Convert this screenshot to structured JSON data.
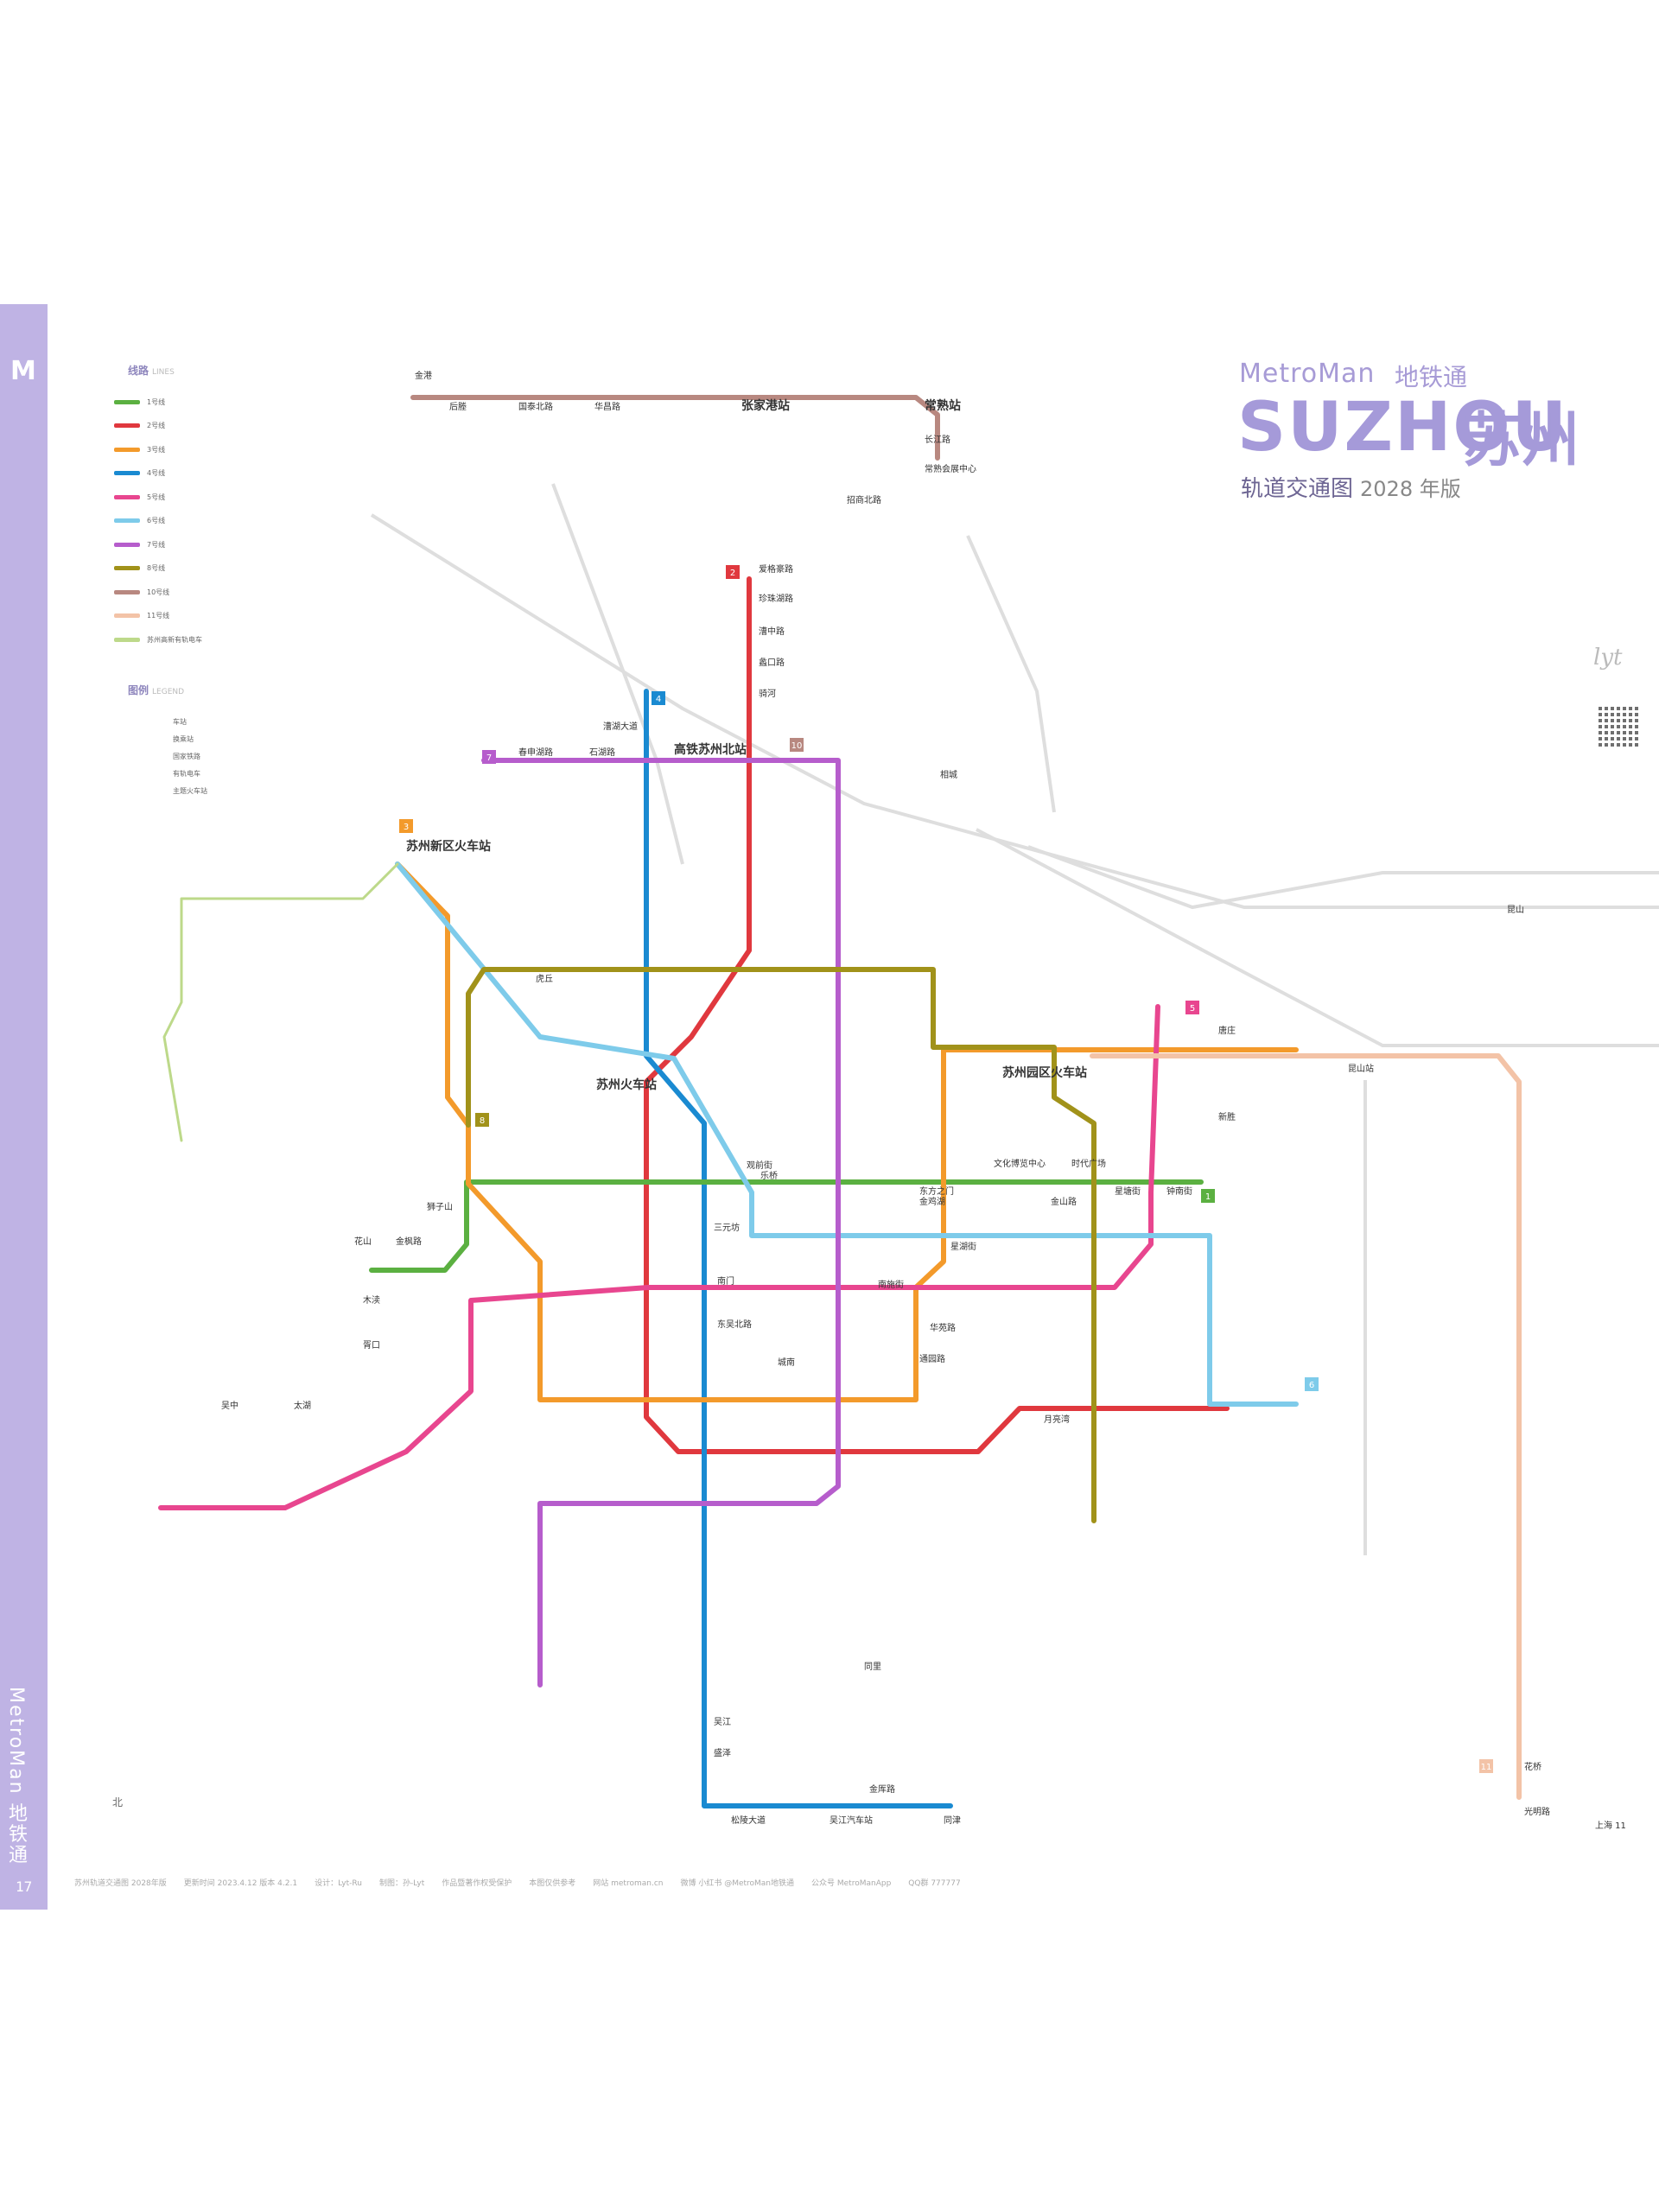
{
  "sidebar": {
    "logo": "M",
    "brand": "MetroMan 地铁通",
    "page_number": "17"
  },
  "brand": {
    "en": "MetroMan",
    "cn": "地铁通"
  },
  "title": {
    "en": "SUZHOU",
    "cn": "苏州",
    "subtitle": "轨道交通图",
    "year": "2028 年版"
  },
  "legend": {
    "lines_heading": "线路",
    "lines_heading_en": "LINES",
    "lines": [
      {
        "label": "1号线",
        "color": "#5bb041"
      },
      {
        "label": "2号线",
        "color": "#e0383e"
      },
      {
        "label": "3号线",
        "color": "#f39a2b"
      },
      {
        "label": "4号线",
        "color": "#1a8ad1"
      },
      {
        "label": "5号线",
        "color": "#e8468f"
      },
      {
        "label": "6号线",
        "color": "#7ecbea"
      },
      {
        "label": "7号线",
        "color": "#b65dcc"
      },
      {
        "label": "8号线",
        "color": "#a1921a"
      },
      {
        "label": "10号线",
        "color": "#b88880"
      },
      {
        "label": "11号线",
        "color": "#f3c3a7"
      },
      {
        "label": "苏州高新有轨电车",
        "color": "#bdd98a"
      }
    ],
    "symbols_heading": "图例",
    "symbols_heading_en": "LEGEND",
    "symbols": [
      "车站",
      "换乘站",
      "国家铁路",
      "有轨电车",
      "主题火车站"
    ]
  },
  "lines": {
    "l1": "#5bb041",
    "l2": "#e0383e",
    "l3": "#f39a2b",
    "l4": "#1a8ad1",
    "l5": "#e8468f",
    "l6": "#7ecbea",
    "l7": "#b65dcc",
    "l8": "#a1921a",
    "l10": "#b88880",
    "l11": "#f3c3a7",
    "tram": "#bdd98a"
  },
  "line_badges": [
    "1",
    "2",
    "3",
    "4",
    "5",
    "6",
    "7",
    "8",
    "10",
    "11"
  ],
  "stations": {
    "jinzhuang": "金港",
    "houqiao": "后塍",
    "guoxiang": "国泰北路",
    "huachang": "华昌路",
    "zhangjiagang": "张家港站",
    "changshu": "常熟站",
    "changjiang": "长江路",
    "changshu_center": "常熟会展中心",
    "zhaoshang": "招商北路",
    "aiqi": "爱格豪路",
    "zhuzhu": "珍珠湖路",
    "lizhong": "漕中路",
    "weili": "蠡口路",
    "jinci": "骑河",
    "gaotie": "高铁苏州北站",
    "chunshen": "春申湖路",
    "yunxuan": "漕湖大道",
    "shihu": "石湖路",
    "suzhou_new": "苏州新区火车站",
    "suzhou": "苏州火车站",
    "suzhou_park": "苏州园区火车站",
    "nanmen": "南门",
    "guanqian": "观前街",
    "leqiao": "乐桥",
    "shizi": "狮子山",
    "jinfeng": "金枫路",
    "xinghu": "星湖街",
    "jinjihu": "金鸡湖",
    "dongfang": "东方之门",
    "wenhua": "文化博览中心",
    "shidai": "时代广场",
    "xingtang": "星塘街",
    "zhongnan": "钟南街",
    "sanzhuang": "三元坊",
    "dongwu": "东吴北路",
    "nanshi": "南施街",
    "huayuan": "华苑路",
    "tongyuan": "通园路",
    "jinshan": "金山路",
    "yuehu": "月亮湾",
    "tangzhuang": "唐庄",
    "xinsheng": "新胜",
    "chengnan": "城南",
    "huashan": "花山",
    "taihu": "太湖",
    "wuzhong": "吴中",
    "kunshan": "昆山站",
    "huaqiao": "花桥",
    "guangming": "光明路",
    "shanghai11": "上海 11",
    "mudu": "木渎",
    "xukou": "胥口",
    "tongli": "同里",
    "wujiang": "吴江",
    "shengze": "盛泽",
    "songling": "松陵大道",
    "wujiang_bus": "吴江汽车站",
    "tongjin": "同津",
    "jinxiang": "金厍路",
    "xiangcheng": "相城",
    "huqiu": "虎丘",
    "kunshan_area": "昆山"
  },
  "footer": {
    "items": [
      "苏州轨道交通图 2028年版",
      "更新时间 2023.4.12 版本 4.2.1",
      "设计：Lyt-Ru",
      "制图：孙-Lyt",
      "作品暨著作权受保护",
      "本图仅供参考",
      "网站 metroman.cn",
      "微博 小红书 @MetroMan地铁通",
      "公众号 MetroManApp",
      "QQ群 777777"
    ]
  },
  "compass": "北",
  "logo_text": "lyt"
}
